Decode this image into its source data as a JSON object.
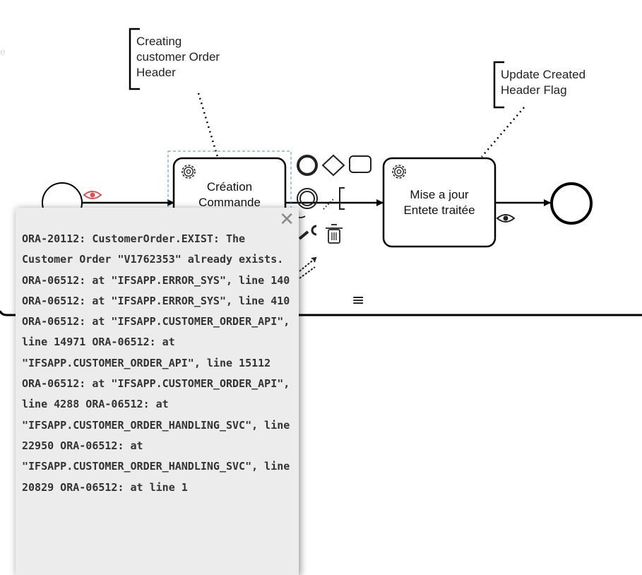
{
  "diagram": {
    "annotations": [
      {
        "id": "annotation-1",
        "text": "Creating\ncustomer Order\nHeader"
      },
      {
        "id": "annotation-2",
        "text": "Update Created\nHeader Flag"
      }
    ],
    "tasks": [
      {
        "id": "task-creation",
        "label": "Création\nCommande",
        "icon": "gear-icon",
        "selected": true
      },
      {
        "id": "task-mise-a-jour",
        "label": "Mise a jour\nEntete traitée",
        "icon": "gear-icon"
      }
    ],
    "events": {
      "start": "start-event",
      "end": "end-event"
    },
    "colors": {
      "stroke": "#000000",
      "selection": "#4a90d9",
      "eye_red": "#e05050",
      "popup_bg": "#ececec"
    }
  },
  "context_pad": {
    "items": [
      "end-event-icon",
      "gateway-icon",
      "task-icon",
      "intermediate-event-icon",
      "text-annotation-icon",
      "change-type-icon",
      "delete-icon",
      "connect-icon"
    ]
  },
  "overlay_icons": [
    "red-eye-icon",
    "eye-icon",
    "menu-icon"
  ],
  "error_popup": {
    "close_glyph": "✕",
    "message": "ORA-20112: CustomerOrder.EXIST: The Customer Order \"V1762353\" already exists. ORA-06512: at \"IFSAPP.ERROR_SYS\", line 140 ORA-06512: at \"IFSAPP.ERROR_SYS\", line 410 ORA-06512: at \"IFSAPP.CUSTOMER_ORDER_API\", line 14971 ORA-06512: at \"IFSAPP.CUSTOMER_ORDER_API\", line 15112 ORA-06512: at \"IFSAPP.CUSTOMER_ORDER_API\", line 4288 ORA-06512: at \"IFSAPP.CUSTOMER_ORDER_HANDLING_SVC\", line 22950 ORA-06512: at \"IFSAPP.CUSTOMER_ORDER_HANDLING_SVC\", line 20829 ORA-06512: at line 1"
  },
  "menu_glyph": "≡"
}
